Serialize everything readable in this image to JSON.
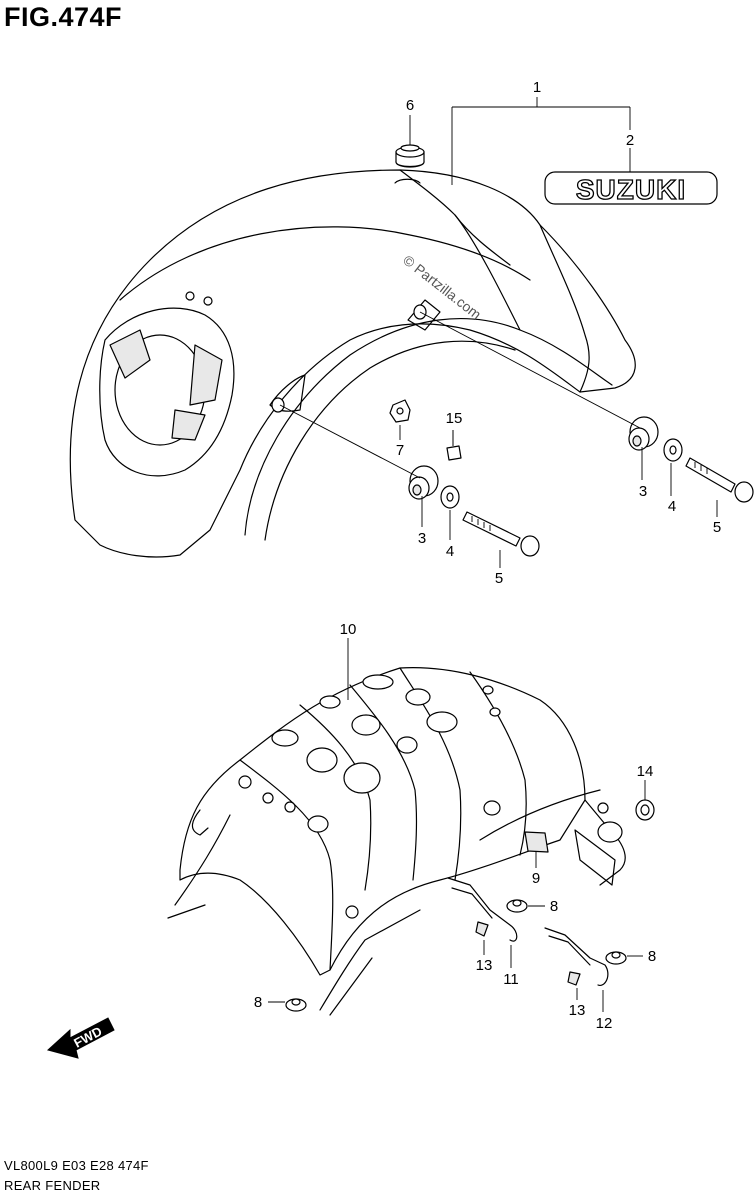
{
  "figure": {
    "title": "FIG.474F",
    "footer_code": "VL800L9  E03  E28  474F",
    "footer_name": "REAR FENDER"
  },
  "watermark": "© Partzilla.com",
  "logo_text": "SUZUKI",
  "fwd_arrow_label": "FWD",
  "callouts": [
    {
      "id": "c1",
      "label": "1"
    },
    {
      "id": "c2",
      "label": "2"
    },
    {
      "id": "c3a",
      "label": "3"
    },
    {
      "id": "c3b",
      "label": "3"
    },
    {
      "id": "c4a",
      "label": "4"
    },
    {
      "id": "c4b",
      "label": "4"
    },
    {
      "id": "c5a",
      "label": "5"
    },
    {
      "id": "c5b",
      "label": "5"
    },
    {
      "id": "c6",
      "label": "6"
    },
    {
      "id": "c7",
      "label": "7"
    },
    {
      "id": "c15",
      "label": "15"
    },
    {
      "id": "c10",
      "label": "10"
    },
    {
      "id": "c14",
      "label": "14"
    },
    {
      "id": "c9",
      "label": "9"
    },
    {
      "id": "c8a",
      "label": "8"
    },
    {
      "id": "c8b",
      "label": "8"
    },
    {
      "id": "c8c",
      "label": "8"
    },
    {
      "id": "c13a",
      "label": "13"
    },
    {
      "id": "c13b",
      "label": "13"
    },
    {
      "id": "c11",
      "label": "11"
    },
    {
      "id": "c12",
      "label": "12"
    }
  ]
}
